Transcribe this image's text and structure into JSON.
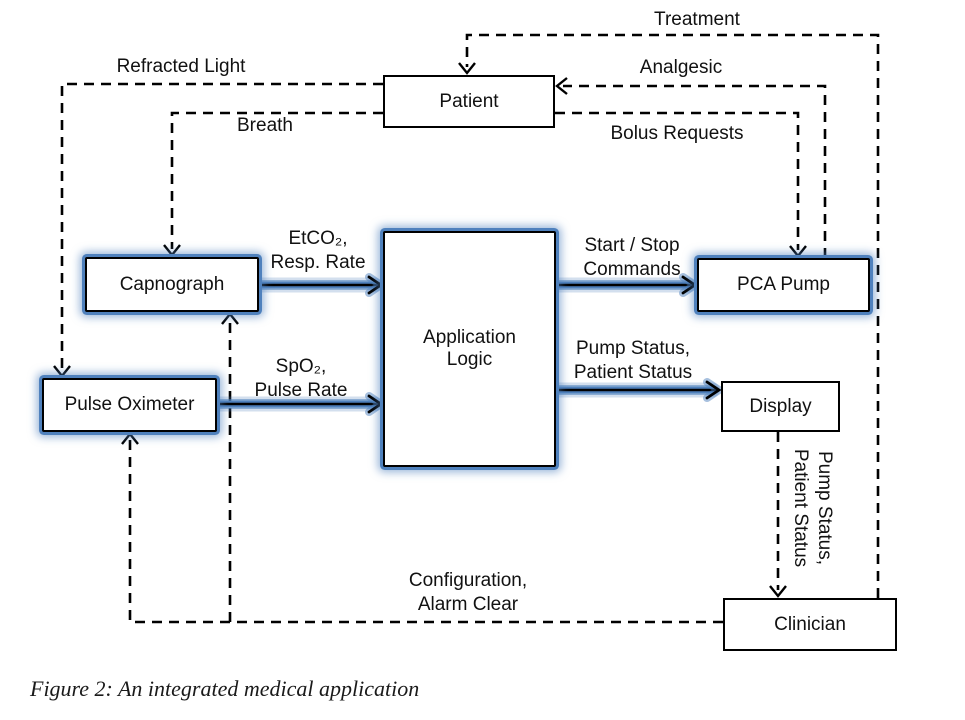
{
  "figure": {
    "caption": "Figure 2: An integrated medical application"
  },
  "colors": {
    "accent_blue": "#4f81bd",
    "line_black": "#000000",
    "box_fill": "#ffffff"
  },
  "nodes": {
    "patient": {
      "label": "Patient"
    },
    "capnograph": {
      "label": "Capnograph"
    },
    "pulse_oximeter": {
      "label": "Pulse Oximeter"
    },
    "application_logic": {
      "label": "Application Logic"
    },
    "pca_pump": {
      "label": "PCA Pump"
    },
    "display": {
      "label": "Display"
    },
    "clinician": {
      "label": "Clinician"
    }
  },
  "edges": {
    "treatment": {
      "label": "Treatment",
      "from": "Clinician",
      "to": "Patient",
      "style": "dashed"
    },
    "analgesic": {
      "label": "Analgesic",
      "from": "PCA Pump",
      "to": "Patient",
      "style": "dashed"
    },
    "bolus_requests": {
      "label": "Bolus Requests",
      "from": "Patient",
      "to": "PCA Pump",
      "style": "dashed"
    },
    "refracted_light": {
      "label": "Refracted Light",
      "from": "Patient",
      "to": "Pulse Oximeter",
      "style": "dashed"
    },
    "breath": {
      "label": "Breath",
      "from": "Patient",
      "to": "Capnograph",
      "style": "dashed"
    },
    "etco2_resp_rate": {
      "line1": "EtCO₂,",
      "line2": "Resp. Rate",
      "from": "Capnograph",
      "to": "Application Logic",
      "style": "solid-blue"
    },
    "spo2_pulse_rate": {
      "line1": "SpO₂,",
      "line2": "Pulse Rate",
      "from": "Pulse Oximeter",
      "to": "Application Logic",
      "style": "solid-blue"
    },
    "start_stop_commands": {
      "line1": "Start / Stop",
      "line2": "Commands",
      "from": "Application Logic",
      "to": "PCA Pump",
      "style": "solid-blue"
    },
    "pump_patient_status": {
      "line1": "Pump Status,",
      "line2": "Patient Status",
      "from": "Application Logic",
      "to": "Display",
      "style": "solid-blue"
    },
    "display_to_clinician": {
      "line1": "Pump Status,",
      "line2": "Patient Status",
      "from": "Display",
      "to": "Clinician",
      "style": "dashed"
    },
    "configuration_alarm_clear": {
      "line1": "Configuration,",
      "line2": "Alarm Clear",
      "from": "Clinician",
      "to": "Capnograph, Pulse Oximeter",
      "style": "dashed"
    }
  }
}
